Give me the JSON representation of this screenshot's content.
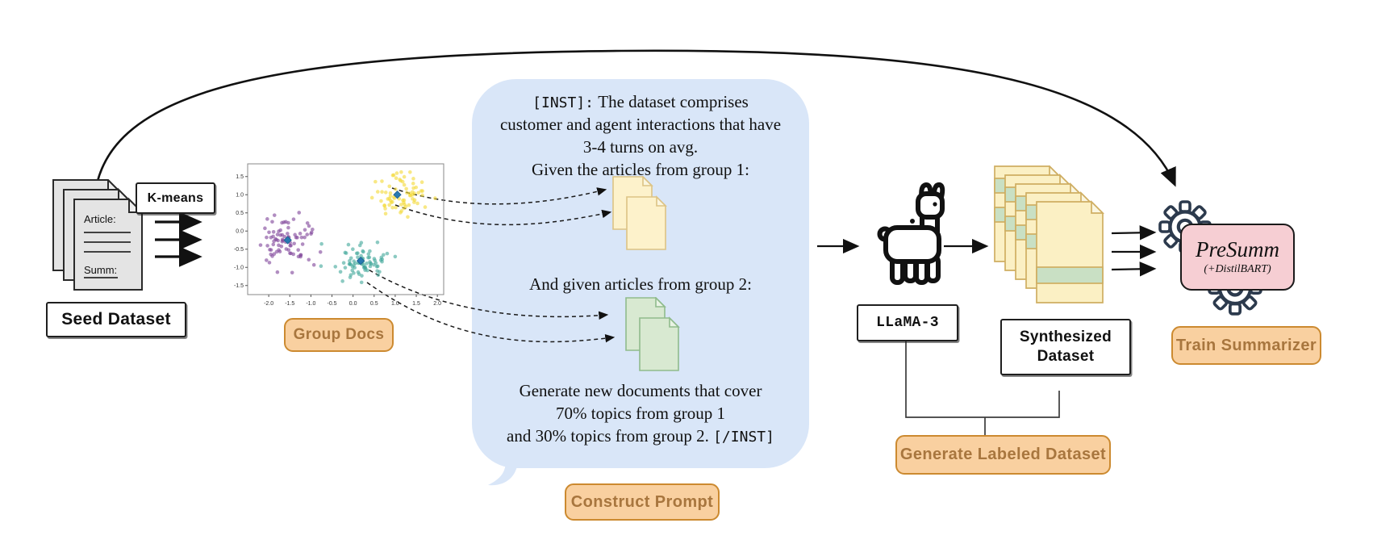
{
  "colors": {
    "accent_fill": "#f9d0a0",
    "accent_border": "#cc8a30",
    "accent_text": "#a8763e",
    "bubble_blue": "#d9e6f8",
    "model_pink": "#f6ced3",
    "doc_gray": "#e4e4e4",
    "doc_yellow": "#fdf2cb",
    "doc_yellow_border": "#ddc384",
    "doc_green": "#d8e9d1",
    "doc_green_border": "#8fbb8c",
    "synth_green": "#c9e0c4",
    "gear_navy": "#2c3a4d",
    "ink": "#111111"
  },
  "seed_stack": {
    "article": "Article:",
    "summ": "Summ:"
  },
  "labels": {
    "kmeans": "K-means",
    "seed_dataset": "Seed Dataset",
    "group_docs": "Group Docs",
    "construct_prompt": "Construct Prompt",
    "llama": "LLaMA-3",
    "synthesized_dataset": "Synthesized Dataset",
    "generate_labeled_dataset": "Generate Labeled Dataset",
    "train_summarizer": "Train Summarizer"
  },
  "prompt": {
    "inst_open": "[INST]:",
    "line1": "The dataset comprises",
    "line2": "customer and agent interactions that have",
    "line3": "3-4 turns on avg.",
    "line4": "Given the articles from group 1:",
    "line5": "And given articles from group 2:",
    "line6": "Generate new documents that cover",
    "line7": "70% topics from group 1",
    "line8": "and 30% topics from group 2.",
    "inst_close": "[/INST]"
  },
  "model_box": {
    "title": "PreSumm",
    "subtitle": "(+DistilBART)"
  },
  "chart_data": {
    "type": "scatter",
    "title": "",
    "xlabel": "",
    "ylabel": "",
    "x_range": [
      -2.5,
      2.15
    ],
    "y_range": [
      -1.75,
      1.85
    ],
    "x_ticks": [
      -2.0,
      -1.5,
      -1.0,
      -0.5,
      0.0,
      0.5,
      1.0,
      1.5,
      2.0
    ],
    "y_ticks": [
      -1.5,
      -1.0,
      -0.5,
      0.0,
      0.5,
      1.0,
      1.5
    ],
    "grid": false,
    "legend": false,
    "point_opacity": 0.62,
    "clusters": [
      {
        "name": "group-purple",
        "color": "#81479b",
        "center": [
          -1.55,
          -0.25
        ],
        "std": 0.34,
        "count": 82,
        "seed": 11
      },
      {
        "name": "group-teal",
        "color": "#45a99d",
        "center": [
          0.18,
          -0.82
        ],
        "std": 0.3,
        "count": 78,
        "seed": 22
      },
      {
        "name": "group-yellow",
        "color": "#f3da3a",
        "center": [
          1.05,
          1.0
        ],
        "std": 0.33,
        "count": 72,
        "seed": 33
      }
    ],
    "centroids": {
      "color": "#2779b0",
      "points": [
        [
          -1.55,
          -0.25
        ],
        [
          0.18,
          -0.82
        ],
        [
          1.05,
          1.0
        ]
      ]
    }
  }
}
